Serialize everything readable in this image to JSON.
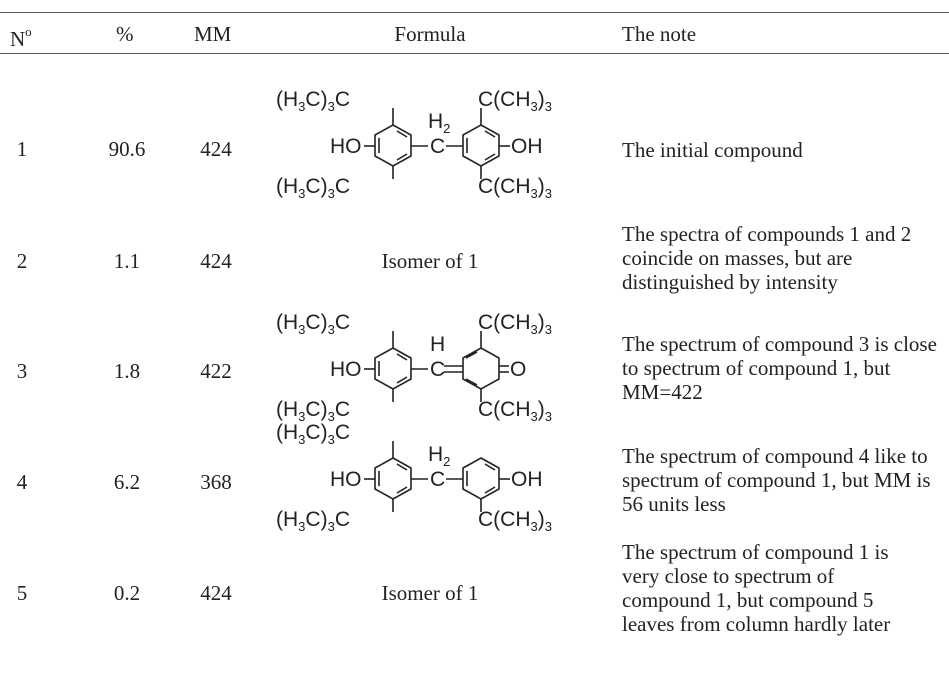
{
  "table": {
    "headers": {
      "number": "N",
      "number_sup": "o",
      "percent": "%",
      "mm": "MM",
      "formula": "Formula",
      "note": "The note"
    },
    "rows": [
      {
        "num": "1",
        "pct": "90.6",
        "mm": "424",
        "formula_text": "",
        "note": "The initial compound"
      },
      {
        "num": "2",
        "pct": "1.1",
        "mm": "424",
        "formula_text": "Isomer of 1",
        "note": "The spectra of compounds 1 and 2 coincide on masses, but are distinguished by intensity"
      },
      {
        "num": "3",
        "pct": "1.8",
        "mm": "422",
        "formula_text": "",
        "note": "The spectrum of compound 3 is close to spectrum of compound 1, but MM=422"
      },
      {
        "num": "4",
        "pct": "6.2",
        "mm": "368",
        "formula_text": "",
        "note": "The spectrum of compound 4 like to spectrum of compound 1, but MM is 56 units less"
      },
      {
        "num": "5",
        "pct": "0.2",
        "mm": "424",
        "formula_text": "Isomer of 1",
        "note": "The spectrum of compound 1 is very close to spectrum of compound 1, but compound 5 leaves from column hardly later"
      }
    ]
  },
  "structure_labels": {
    "tbu_left": "(H",
    "tbu_left_mid": "C)",
    "tbu_left_end": "C",
    "sub3": "3",
    "sub2": "2",
    "ho": "HO",
    "h": "H",
    "oh": "OH",
    "o": "O",
    "tbu_right": "C(CH",
    "tbu_right_end": ")",
    "ch": "C"
  }
}
